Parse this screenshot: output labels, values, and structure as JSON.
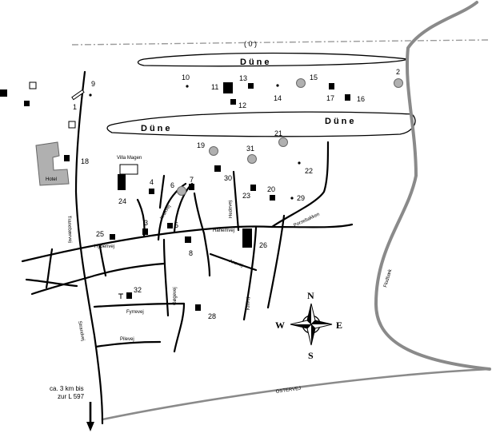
{
  "dunes": {
    "top": "Düne",
    "left": "Düne",
    "right": "Düne"
  },
  "border_marker": "( 0 )",
  "places": {
    "hotel": "Hotel",
    "villa": "Villa Magen"
  },
  "streets": {
    "hybenvej": "Hybenvej",
    "tannebaervej": "Tranebærvej",
    "kronvej": "Krakvej",
    "hedevej": "Hedevej",
    "harlemvej": "Harlemvej",
    "ansvej": "Ansvej",
    "klitvej": "Klitvej",
    "ganevej": "Gøgevej",
    "fyrvej": "Fyrrevej",
    "pilevej": "Pilevej",
    "strandvej": "Strandvej",
    "porsebakken": "Porsebakken",
    "osterv": "OSTERVEJ",
    "road_far": "Flodbæk"
  },
  "numbers": [
    "1",
    "2",
    "3",
    "4",
    "5",
    "6",
    "7",
    "8",
    "9",
    "10",
    "11",
    "12",
    "13",
    "14",
    "15",
    "16",
    "17",
    "18",
    "19",
    "20",
    "21",
    "22",
    "23",
    "24",
    "25",
    "26",
    "28",
    "29",
    "30",
    "31",
    "32"
  ],
  "compass": {
    "n": "N",
    "s": "S",
    "e": "E",
    "w": "W"
  },
  "note": {
    "line1": "ca. 3 km bis",
    "line2": "zur L 597"
  }
}
